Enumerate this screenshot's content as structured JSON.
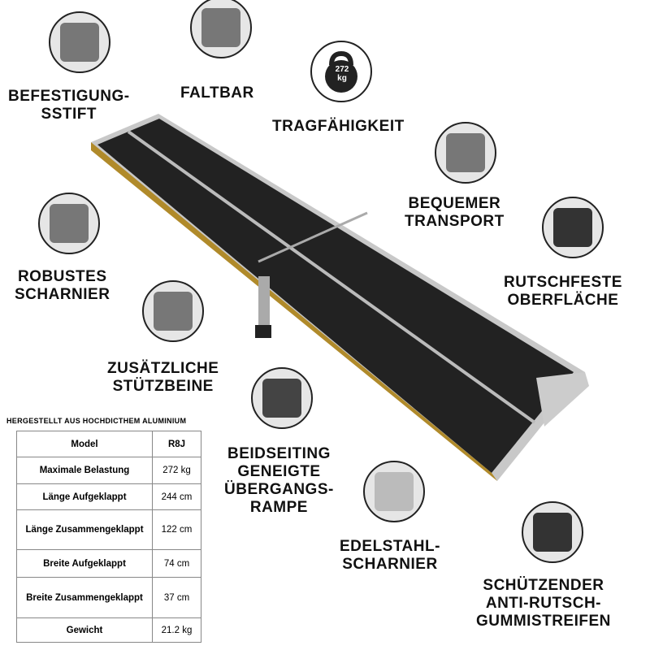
{
  "features": [
    {
      "id": "pin",
      "lines": [
        "BEFESTIGUNG-",
        "SSTIFT"
      ]
    },
    {
      "id": "fold",
      "lines": [
        "FALTBAR"
      ]
    },
    {
      "id": "load",
      "lines": [
        "TRAGFÄHIGKEIT"
      ],
      "badge": [
        "272",
        "kg"
      ]
    },
    {
      "id": "transport",
      "lines": [
        "BEQUEMER",
        "TRANSPORT"
      ]
    },
    {
      "id": "surface",
      "lines": [
        "RUTSCHFESTE",
        "OBERFLÄCHE"
      ]
    },
    {
      "id": "hinge",
      "lines": [
        "ROBUSTES",
        "SCHARNIER"
      ]
    },
    {
      "id": "legs",
      "lines": [
        "ZUSÄTZLICHE",
        "STÜTZBEINE"
      ]
    },
    {
      "id": "transition",
      "lines": [
        "BEIDSEITING",
        "GENEIGTE",
        "ÜBERGANGS-",
        "RAMPE"
      ]
    },
    {
      "id": "steelhinge",
      "lines": [
        "EDELSTAHL-",
        "SCHARNIER"
      ]
    },
    {
      "id": "strip",
      "lines": [
        "SCHÜTZENDER",
        "ANTI-RUTSCH-",
        "GUMMISTREIFEN"
      ]
    }
  ],
  "table": {
    "caption": "HERGESTELLT AUS HOCHDICTHEM ALUMINIUM",
    "header": [
      "Model",
      "R8J"
    ],
    "rows": [
      [
        "Maximale Belastung",
        "272 kg"
      ],
      [
        "Länge Aufgeklappt",
        "244 cm"
      ],
      [
        "Länge Zusammengeklappt",
        "122 cm"
      ],
      [
        "Breite Aufgeklappt",
        "74 cm"
      ],
      [
        "Breite Zusammengeklappt",
        "37 cm"
      ],
      [
        "Gewicht",
        "21.2 kg"
      ]
    ]
  }
}
